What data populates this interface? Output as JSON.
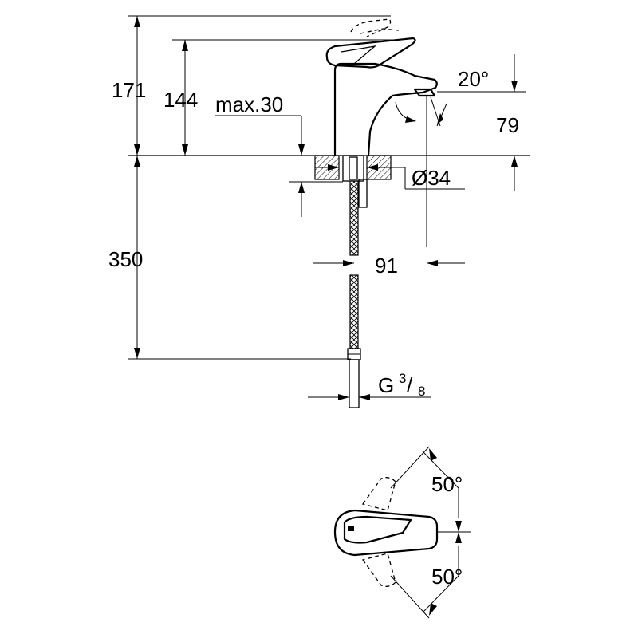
{
  "dimensions": {
    "overall_height": "171",
    "handle_height": "144",
    "max_thickness": "max.30",
    "spout_angle": "20°",
    "spout_height": "79",
    "hole_diameter": "Ø34",
    "spout_reach": "91",
    "hose_length": "350",
    "thread_prefix": "G",
    "thread_num": "3",
    "thread_den": "8",
    "rotate_up": "50°",
    "rotate_down": "50°"
  }
}
